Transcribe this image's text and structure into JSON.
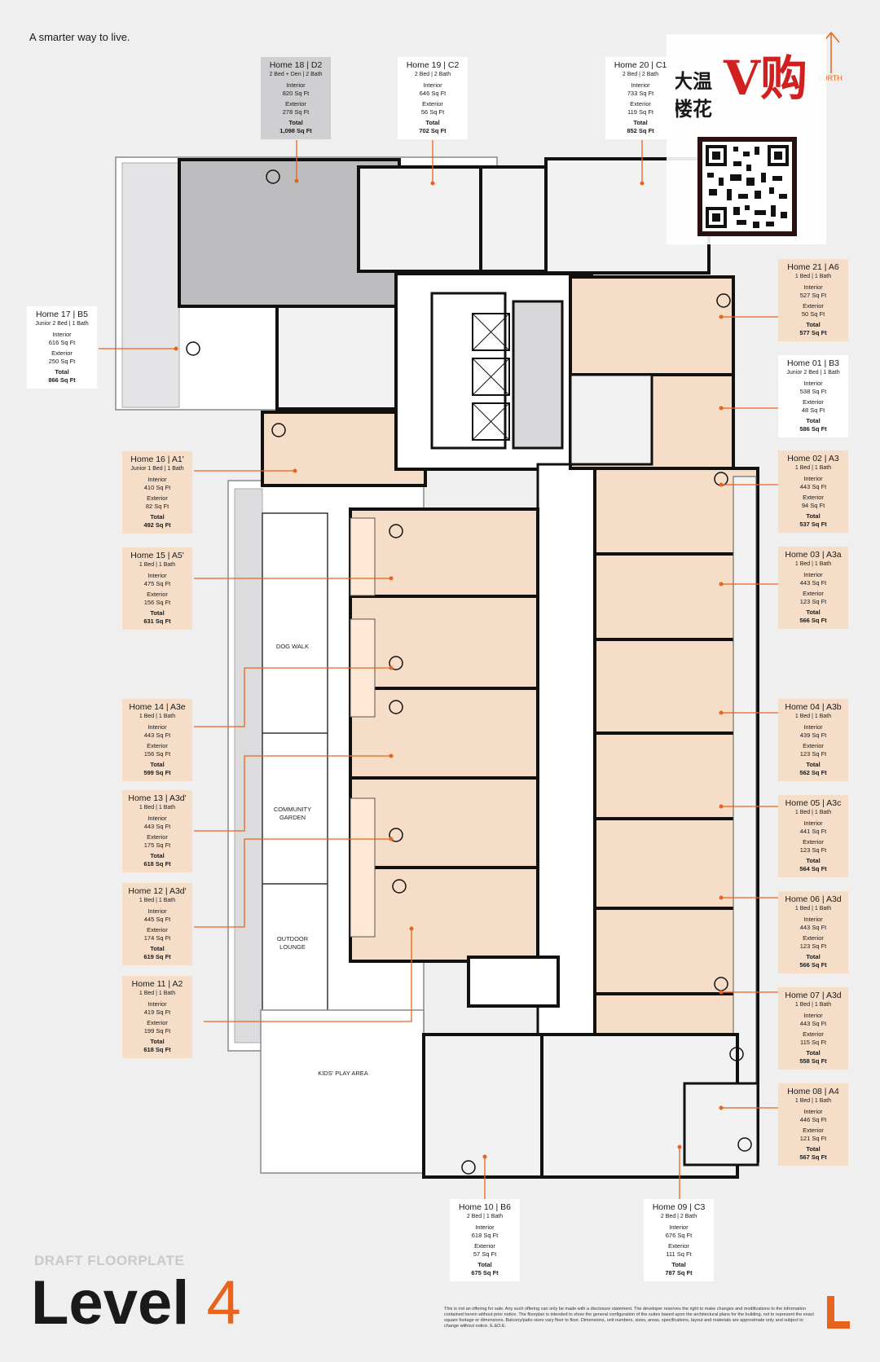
{
  "tagline": "A smarter way to live.",
  "units": [
    {
      "title": "Home 18 | D2",
      "sub": "2 Bed + Den | 2 Bath",
      "interior": "820 Sq Ft",
      "exterior": "278 Sq Ft",
      "total": "1,098 Sq Ft"
    },
    {
      "title": "Home 19 | C2",
      "sub": "2 Bed | 2 Bath",
      "interior": "646 Sq Ft",
      "exterior": "56 Sq Ft",
      "total": "702 Sq Ft"
    },
    {
      "title": "Home 20 | C1",
      "sub": "2 Bed | 2 Bath",
      "interior": "733 Sq Ft",
      "exterior": "119 Sq Ft",
      "total": "852 Sq Ft"
    },
    {
      "title": "Home 17 | B5",
      "sub": "Junior 2 Bed | 1 Bath",
      "interior": "616 Sq Ft",
      "exterior": "250 Sq Ft",
      "total": "866 Sq Ft"
    },
    {
      "title": "Home 21 | A6",
      "sub": "1 Bed | 1 Bath",
      "interior": "527 Sq Ft",
      "exterior": "50 Sq Ft",
      "total": "577 Sq Ft"
    },
    {
      "title": "Home 01 | B3",
      "sub": "Junior 2 Bed | 1 Bath",
      "interior": "538 Sq Ft",
      "exterior": "48 Sq Ft",
      "total": "586 Sq Ft"
    },
    {
      "title": "Home 16 | A1'",
      "sub": "Junior 1 Bed | 1 Bath",
      "interior": "410 Sq Ft",
      "exterior": "82 Sq Ft",
      "total": "492 Sq Ft"
    },
    {
      "title": "Home 02 | A3",
      "sub": "1 Bed | 1 Bath",
      "interior": "443 Sq Ft",
      "exterior": "94 Sq Ft",
      "total": "537 Sq Ft"
    },
    {
      "title": "Home 15 | A5'",
      "sub": "1 Bed | 1 Bath",
      "interior": "475 Sq Ft",
      "exterior": "156 Sq Ft",
      "total": "631 Sq Ft"
    },
    {
      "title": "Home 03 | A3a",
      "sub": "1 Bed | 1 Bath",
      "interior": "443 Sq Ft",
      "exterior": "123 Sq Ft",
      "total": "566 Sq Ft"
    },
    {
      "title": "Home 14 | A3e",
      "sub": "1 Bed | 1 Bath",
      "interior": "443 Sq Ft",
      "exterior": "156 Sq Ft",
      "total": "599 Sq Ft"
    },
    {
      "title": "Home 04 | A3b",
      "sub": "1 Bed | 1 Bath",
      "interior": "439 Sq Ft",
      "exterior": "123 Sq Ft",
      "total": "562 Sq Ft"
    },
    {
      "title": "Home 13 | A3d'",
      "sub": "1 Bed | 1 Bath",
      "interior": "443 Sq Ft",
      "exterior": "175 Sq Ft",
      "total": "618 Sq Ft"
    },
    {
      "title": "Home 05 | A3c",
      "sub": "1 Bed | 1 Bath",
      "interior": "441 Sq Ft",
      "exterior": "123 Sq Ft",
      "total": "564 Sq Ft"
    },
    {
      "title": "Home 12 | A3d'",
      "sub": "1 Bed | 1 Bath",
      "interior": "445 Sq Ft",
      "exterior": "174 Sq Ft",
      "total": "619 Sq Ft"
    },
    {
      "title": "Home 06 | A3d",
      "sub": "1 Bed | 1 Bath",
      "interior": "443 Sq Ft",
      "exterior": "123 Sq Ft",
      "total": "566 Sq Ft"
    },
    {
      "title": "Home 11 | A2",
      "sub": "1 Bed | 1 Bath",
      "interior": "419 Sq Ft",
      "exterior": "199 Sq Ft",
      "total": "618 Sq Ft"
    },
    {
      "title": "Home 07 | A3d",
      "sub": "1 Bed | 1 Bath",
      "interior": "443 Sq Ft",
      "exterior": "115 Sq Ft",
      "total": "558 Sq Ft"
    },
    {
      "title": "Home 08 | A4",
      "sub": "1 Bed | 1 Bath",
      "interior": "446 Sq Ft",
      "exterior": "121 Sq Ft",
      "total": "567 Sq Ft"
    },
    {
      "title": "Home 10 | B6",
      "sub": "2 Bed | 1 Bath",
      "interior": "618 Sq Ft",
      "exterior": "57 Sq Ft",
      "total": "675 Sq Ft"
    },
    {
      "title": "Home 09 | C3",
      "sub": "2 Bed | 2 Bath",
      "interior": "676 Sq Ft",
      "exterior": "111 Sq Ft",
      "total": "787 Sq Ft"
    }
  ],
  "labels": {
    "interior": "Interior",
    "exterior": "Exterior",
    "total": "Total"
  },
  "areas": {
    "dog_walk": "DOG WALK",
    "community_garden_1": "COMMUNITY",
    "community_garden_2": "GARDEN",
    "outdoor_lounge_1": "OUTDOOR",
    "outdoor_lounge_2": "LOUNGE",
    "kids_play": "KIDS' PLAY AREA"
  },
  "north": "NORTH",
  "watermark": {
    "line1": "大温",
    "line2": "楼花",
    "mark": "V购"
  },
  "draft": "DRAFT FLOORPLATE",
  "level_word": "Level",
  "level_num": "4",
  "disclaimer": "This is not an offering for sale. Any such offering can only be made with a disclosure statement. The developer reserves the right to make changes and modifications to the information contained herein without prior notice. The floorplan is intended to show the general configuration of the suites based upon the architectural plans for the building, not to represent the exact square footage or dimensions. Balcony/patio sizes vary floor to floor. Dimensions, unit numbers, sizes, areas, specifications, layout and materials are approximate only and subject to change without notice. E.&O.E.",
  "colors": {
    "accent": "#e8641c",
    "unit_fill": "#f6ddc8",
    "card_grey": "#cfcfd1"
  }
}
